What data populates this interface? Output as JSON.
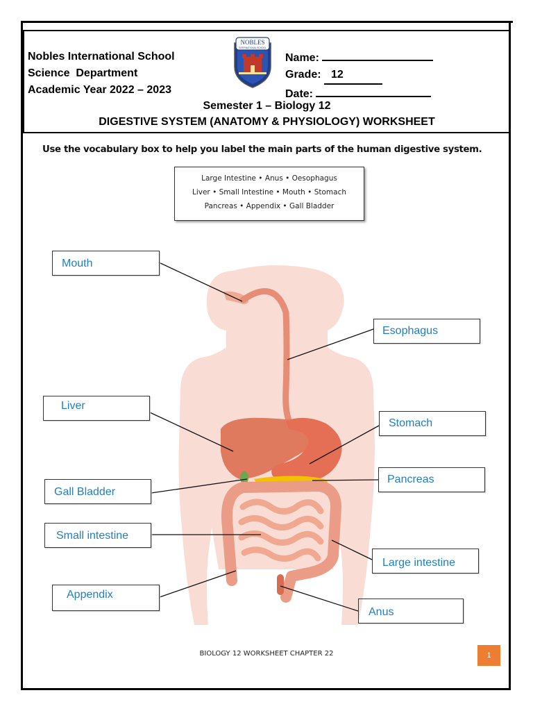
{
  "header": {
    "school_line1": "Nobles International School",
    "school_line2": "Science  Department",
    "school_line3": "Academic Year 2022 – 2023",
    "name_label": "Name: ",
    "grade_label": "Grade: ",
    "grade_value": "12",
    "date_label": "Date: ",
    "logo_text": "NOBLES",
    "logo_subtext": "INTERNATIONAL SCHOOL",
    "semester": "Semester 1 – Biology 12",
    "title": "DIGESTIVE SYSTEM (ANATOMY & PHYSIOLOGY) WORKSHEET"
  },
  "instruction": "Use the vocabulary box to help you label the main parts of the human digestive system.",
  "vocabulary": {
    "line1": "Large Intestine • Anus • Oesophagus",
    "line2": "Liver • Small Intestine • Mouth • Stomach",
    "line3": "Pancreas • Appendix • Gall Bladder"
  },
  "labels": {
    "mouth": "Mouth",
    "esophagus": "Esophagus",
    "liver": "Liver",
    "stomach": "Stomach",
    "gall_bladder": "Gall Bladder",
    "pancreas": "Pancreas",
    "small_intestine": "Small intestine",
    "large_intestine": "Large intestine",
    "appendix": "Appendix",
    "anus": "Anus"
  },
  "footer": {
    "text": "BIOLOGY 12 WORKSHEET CHAPTER 22",
    "page_number": "1"
  },
  "colors": {
    "label_text": "#1f7ec2",
    "page_badge": "#ed7d31",
    "body_silhouette": "#f8d7cf",
    "organ": "#e8907a",
    "pancreas": "#f5c200"
  }
}
